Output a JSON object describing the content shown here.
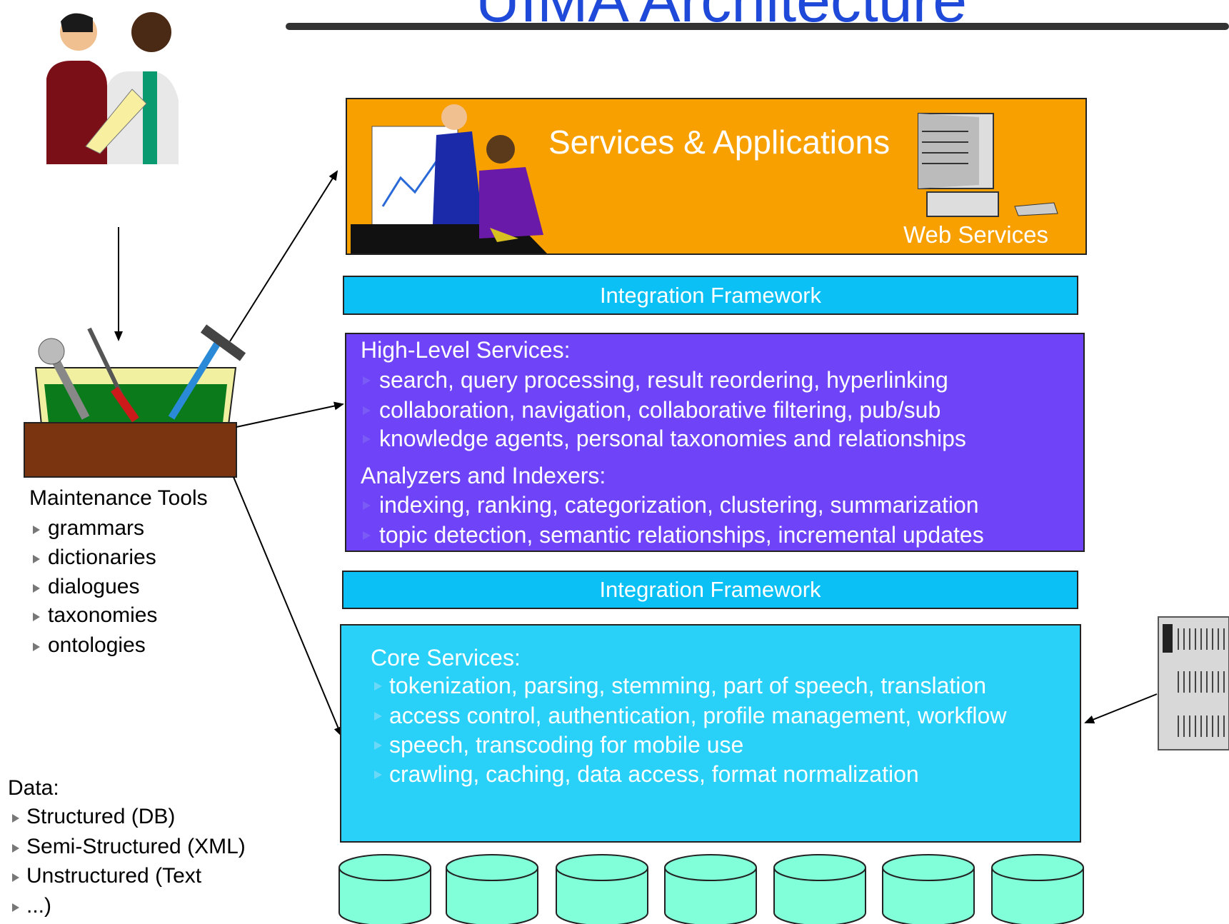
{
  "title": "UIMA Architecture",
  "services": {
    "title": "Services & Applications",
    "web_label": "Web Services"
  },
  "integration": {
    "top": "Integration Framework",
    "bottom": "Integration Framework"
  },
  "high_level": {
    "heading": "High-Level Services:",
    "items": [
      "search, query processing, result reordering, hyperlinking",
      "collaboration, navigation, collaborative filtering, pub/sub",
      "knowledge agents, personal taxonomies and relationships"
    ],
    "analyzers_heading": "Analyzers and Indexers:",
    "analyzers_items": [
      "indexing, ranking, categorization, clustering, summarization",
      "topic detection, semantic relationships, incremental updates"
    ]
  },
  "core": {
    "heading": "Core Services:",
    "items": [
      "tokenization, parsing, stemming, part of speech, translation",
      "access control, authentication, profile management, workflow",
      "speech, transcoding for mobile use",
      "crawling, caching, data access, format normalization"
    ]
  },
  "maintenance": {
    "heading": "Maintenance Tools",
    "items": [
      "grammars",
      "dictionaries",
      "dialogues",
      "taxonomies",
      "ontologies"
    ]
  },
  "data": {
    "heading": "Data:",
    "items": [
      "Structured (DB)",
      "Semi-Structured (XML)",
      "Unstructured (Text",
      "...)"
    ]
  },
  "colors": {
    "title": "#1f49d8",
    "services": "#f8a000",
    "integration": "#0ac0f4",
    "high_level": "#6f44f8",
    "core": "#29d0f8",
    "database": "#80ffd8"
  }
}
